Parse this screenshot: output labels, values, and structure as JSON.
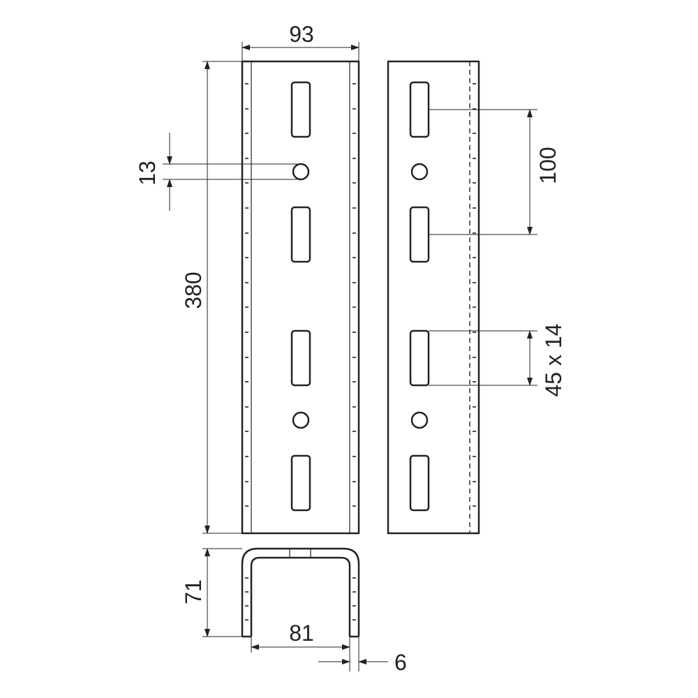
{
  "dimensions": {
    "width_front": "93",
    "height_total": "380",
    "hole_diameter": "13",
    "slot_pitch": "100",
    "slot_size": "45 x 14",
    "section_height": "71",
    "section_inner_width": "81",
    "wall_thickness": "6"
  },
  "colors": {
    "line": "#222222",
    "background": "#ffffff"
  }
}
